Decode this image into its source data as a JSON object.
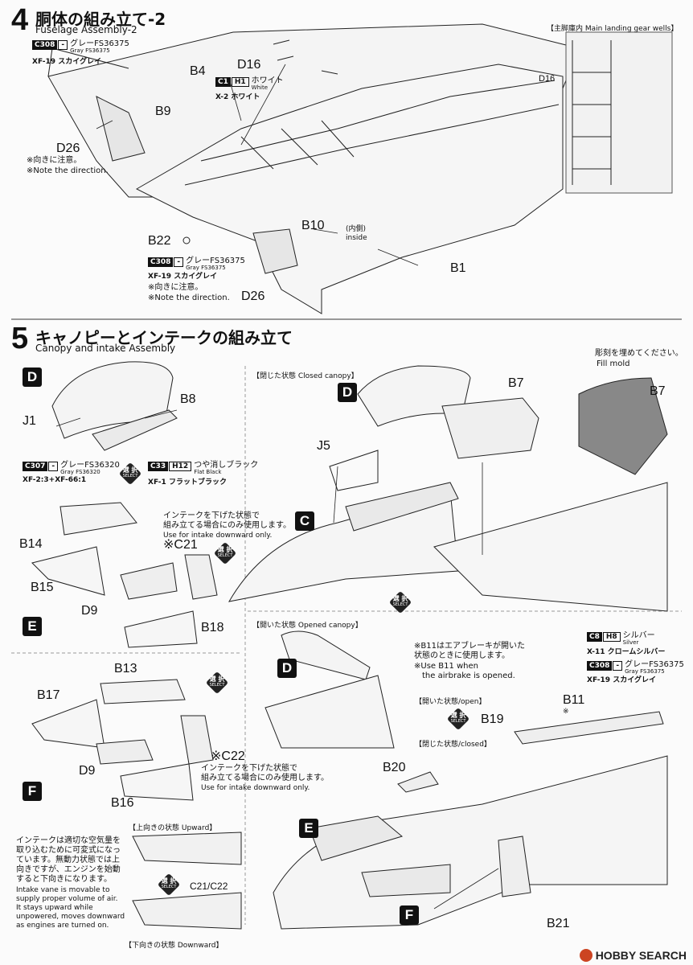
{
  "step4": {
    "number": "4",
    "title_jp": "胴体の組み立て-2",
    "title_en": "Fuselage Assembly-2",
    "inset_title": "【主脚庫内 Main landing gear wells】",
    "parts": {
      "B4": "B4",
      "D16": "D16",
      "D16b": "D16",
      "B9": "B9",
      "D26a": "D26",
      "D26b": "D26",
      "B10": "B10",
      "B22": "B22",
      "B1": "B1"
    },
    "inside_jp": "(内側)",
    "inside_en": "inside",
    "note1_jp": "※向きに注意。",
    "note1_en": "※Note the direction.",
    "note2_jp": "※向きに注意。",
    "note2_en": "※Note the direction.",
    "paint_c308a": {
      "code": "C308",
      "sub": "-",
      "name_jp": "グレーFS36375",
      "name_en": "Gray FS36375",
      "bottom": "XF-19 スカイグレイ"
    },
    "paint_c1": {
      "code": "C1",
      "sub": "H1",
      "name_jp": "ホワイト",
      "name_en": "White",
      "bottom": "X-2 ホワイト"
    },
    "paint_c308b": {
      "code": "C308",
      "sub": "-",
      "name_jp": "グレーFS36375",
      "name_en": "Gray FS36375",
      "bottom": "XF-19 スカイグレイ"
    }
  },
  "step5": {
    "number": "5",
    "title_jp": "キャノピーとインテークの組み立て",
    "title_en": "Canopy and intake Assembly",
    "closed_header": "【閉じた状態 Closed canopy】",
    "opened_header": "【開いた状態 Opened canopy】",
    "fill_mold_jp": "彫刻を埋めてください。",
    "fill_mold_en": "Fill mold",
    "parts": {
      "J1": "J1",
      "B8": "B8",
      "B7a": "B7",
      "B7b": "B7",
      "J5": "J5",
      "B14": "B14",
      "B15": "B15",
      "D9a": "D9",
      "B18": "B18",
      "C21": "※C21",
      "B13": "B13",
      "B17": "B17",
      "D9b": "D9",
      "B16": "B16",
      "C22": "※C22",
      "B11": "B11",
      "B11star": "※",
      "B19": "B19",
      "B20": "B20",
      "B21": "B21",
      "C21C22": "C21/C22"
    },
    "letters": {
      "D1": "D",
      "D2": "D",
      "D3": "D",
      "C": "C",
      "E1": "E",
      "E2": "E",
      "F1": "F",
      "F2": "F"
    },
    "paint_c307": {
      "code": "C307",
      "sub": "-",
      "name_jp": "グレーFS36320",
      "name_en": "Gray FS36320",
      "bottom": "XF-2:3+XF-66:1"
    },
    "paint_c33": {
      "code": "C33",
      "sub": "H12",
      "name_jp": "つや消しブラック",
      "name_en": "Flat Black",
      "bottom": "XF-1 フラットブラック"
    },
    "paint_c8": {
      "code": "C8",
      "sub": "H8",
      "name_jp": "シルバー",
      "name_en": "Silver",
      "bottom": "X-11 クロームシルバー"
    },
    "paint_c308": {
      "code": "C308",
      "sub": "-",
      "name_jp": "グレーFS36375",
      "name_en": "Gray FS36375",
      "bottom": "XF-19 スカイグレイ"
    },
    "select": {
      "jp": "選 択",
      "en": "SELECT"
    },
    "intake_down1_jp1": "インテークを下げた状態で",
    "intake_down1_jp2": "組み立てる場合にのみ使用します。",
    "intake_down1_en": "Use for intake downward only.",
    "intake_down2_jp1": "インテークを下げた状態で",
    "intake_down2_jp2": "組み立てる場合にのみ使用します。",
    "intake_down2_en": "Use for intake downward only.",
    "b11_note_jp1": "※B11はエアブレーキが開いた",
    "b11_note_jp2": "状態のときに使用します。",
    "b11_note_en1": "※Use B11 when",
    "b11_note_en2": "the airbrake is opened.",
    "open_label": "【開いた状態/open】",
    "closed_label": "【閉じた状態/closed】",
    "upward_label": "【上向きの状態 Upward】",
    "downward_label": "【下向きの状態 Downward】",
    "vane_jp": [
      "インテークは適切な空気量を",
      "取り込むために可変式になっ",
      "ています。無動力状態では上",
      "向きですが、エンジンを始動",
      "すると下向きになります。"
    ],
    "vane_en": [
      "Intake vane is movable to",
      "supply proper volume of air.",
      "It stays upward while",
      "unpowered, moves downward",
      "as engines are turned on."
    ]
  },
  "watermark": "HOBBY SEARCH"
}
